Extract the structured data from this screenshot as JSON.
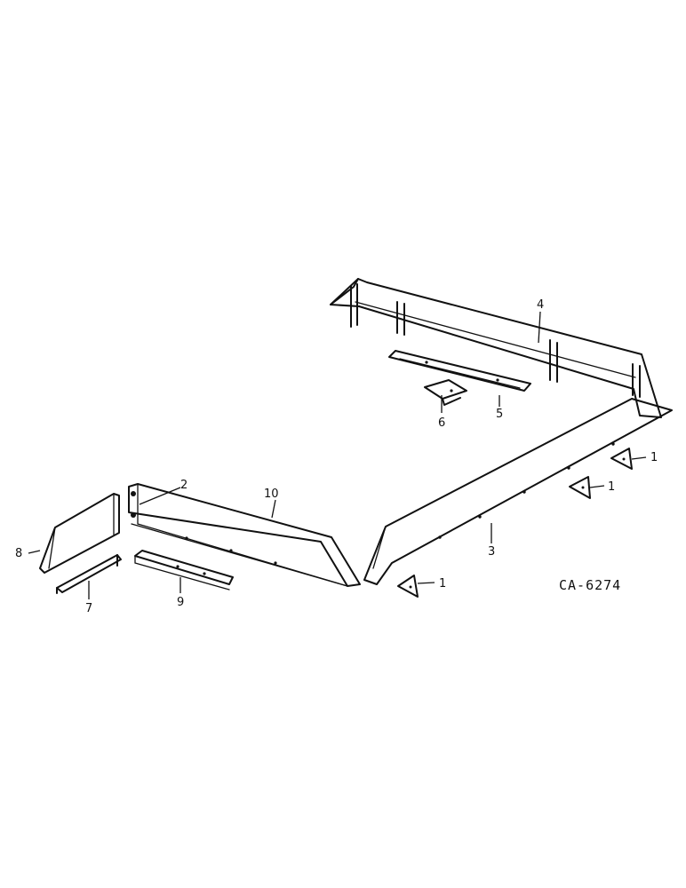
{
  "diagram": {
    "drawing_code": "CA-6274",
    "callouts": {
      "c1a": "1",
      "c1b": "1",
      "c1c": "1",
      "c2": "2",
      "c3": "3",
      "c4": "4",
      "c5": "5",
      "c6": "6",
      "c7": "7",
      "c8": "8",
      "c9": "9",
      "c10": "10"
    }
  }
}
